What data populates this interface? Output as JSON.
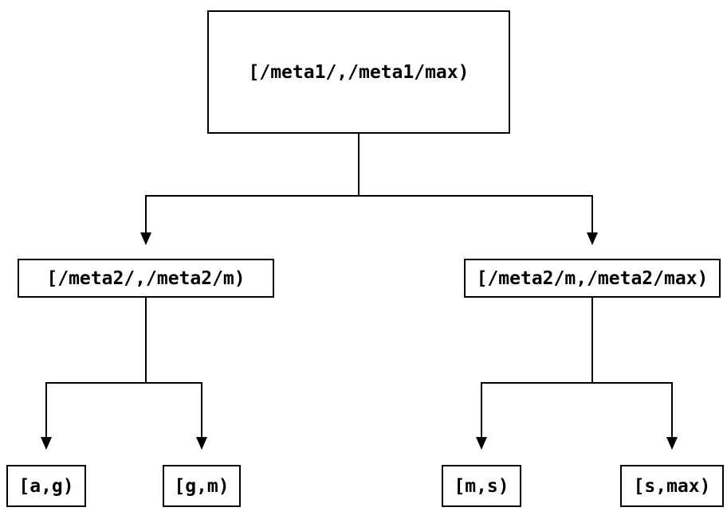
{
  "colors": {
    "background": "#ffffff",
    "line": "#000000",
    "text": "#000000",
    "node_fill": "#ffffff",
    "node_border": "#000000"
  },
  "nodes": {
    "root": {
      "label": "[/meta1/,/meta1/max)"
    },
    "l2_left": {
      "label": "[/meta2/,/meta2/m)"
    },
    "l2_right": {
      "label": "[/meta2/m,/meta2/max)"
    },
    "leaf_ag": {
      "label": "[a,g)"
    },
    "leaf_gm": {
      "label": "[g,m)"
    },
    "leaf_ms": {
      "label": "[m,s)"
    },
    "leaf_smax": {
      "label": "[s,max)"
    }
  },
  "edges": [
    {
      "from": "root",
      "to": "l2_left",
      "arrow": "down"
    },
    {
      "from": "root",
      "to": "l2_right",
      "arrow": "down"
    },
    {
      "from": "l2_left",
      "to": "leaf_ag",
      "arrow": "down"
    },
    {
      "from": "l2_left",
      "to": "leaf_gm",
      "arrow": "down"
    },
    {
      "from": "l2_right",
      "to": "leaf_ms",
      "arrow": "down"
    },
    {
      "from": "l2_right",
      "to": "leaf_smax",
      "arrow": "down"
    }
  ]
}
